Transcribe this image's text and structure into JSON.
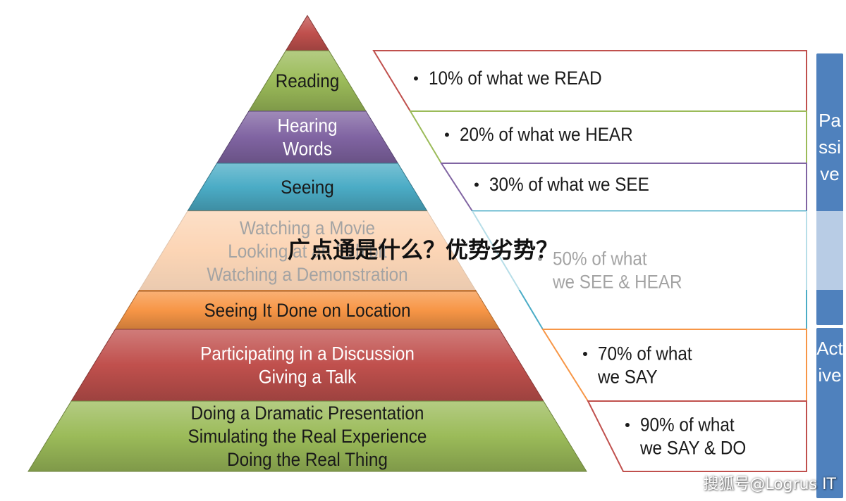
{
  "pyramid": {
    "levels": [
      {
        "id": "apex",
        "lines": [],
        "fill": "#c0504d",
        "text_color": "#ffffff"
      },
      {
        "id": "reading",
        "lines": [
          "Reading"
        ],
        "fill": "#9bbb59",
        "text_color": "#1a1a1a"
      },
      {
        "id": "hearing",
        "lines": [
          "Hearing",
          "Words"
        ],
        "fill": "#8064a2",
        "text_color": "#ffffff"
      },
      {
        "id": "seeing",
        "lines": [
          "Seeing"
        ],
        "fill": "#4bacc6",
        "text_color": "#1a1a1a"
      },
      {
        "id": "watching",
        "lines": [
          "Watching a Movie",
          "Looking at an Exhibit",
          "Watching a Demonstration"
        ],
        "fill": "#f79646",
        "text_color": "#1a1a1a"
      },
      {
        "id": "location",
        "lines": [
          "Seeing It Done on Location"
        ],
        "fill": "#f79646",
        "text_color": "#1a1a1a"
      },
      {
        "id": "participating",
        "lines": [
          "Participating in a Discussion",
          "Giving a Talk"
        ],
        "fill": "#c0504d",
        "text_color": "#ffffff"
      },
      {
        "id": "doing",
        "lines": [
          "Doing a Dramatic Presentation",
          "Simulating the Real Experience",
          "Doing the Real Thing"
        ],
        "fill": "#9bbb59",
        "text_color": "#1a1a1a"
      }
    ]
  },
  "retention": {
    "bullet": "•",
    "rows": [
      {
        "id": "read",
        "lines": [
          "10% of what we READ"
        ],
        "border": "#c0504d"
      },
      {
        "id": "hear",
        "lines": [
          "20% of what we HEAR"
        ],
        "border": "#9bbb59"
      },
      {
        "id": "see",
        "lines": [
          "30% of what we SEE"
        ],
        "border": "#8064a2"
      },
      {
        "id": "see-hear",
        "lines": [
          "50% of what",
          "we SEE & HEAR"
        ],
        "border": "#4bacc6"
      },
      {
        "id": "say",
        "lines": [
          "70% of what",
          "we SAY"
        ],
        "border": "#f79646"
      },
      {
        "id": "say-do",
        "lines": [
          "90% of what",
          "we SAY & DO"
        ],
        "border": "#c0504d"
      }
    ]
  },
  "side_labels": {
    "passive": "Passive",
    "active": "Active"
  },
  "overlay_title": "广点通是什么？优势劣势？",
  "watermark": "搜狐号@Logrus IT"
}
